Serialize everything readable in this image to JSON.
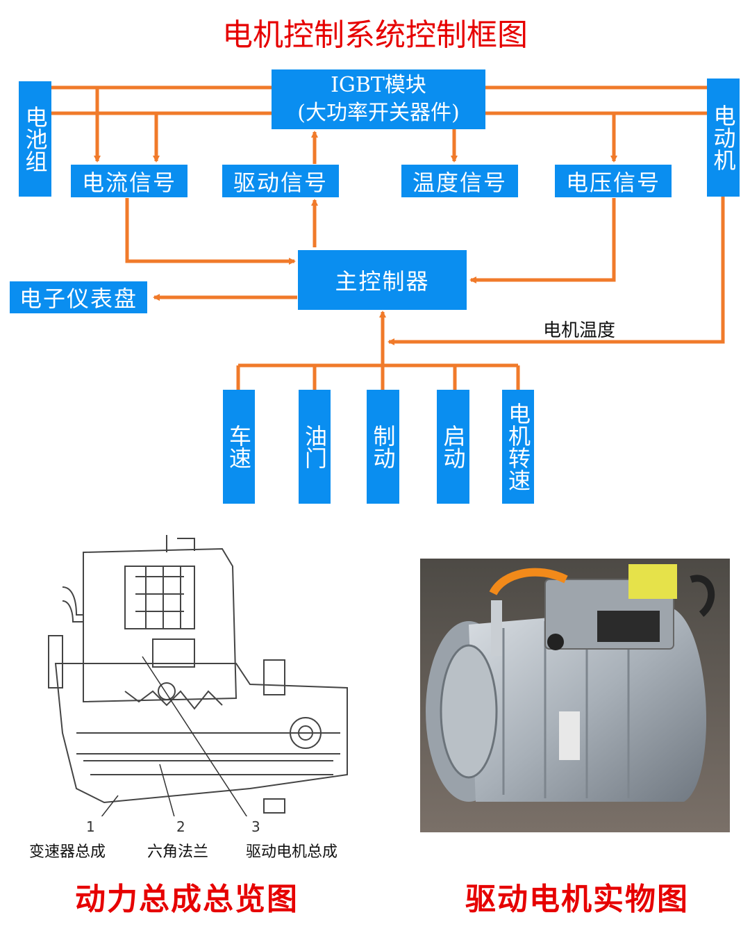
{
  "title": "电机控制系统控制框图",
  "boxes": {
    "battery": "电池组",
    "motor": "电动机",
    "igbt_line1": "IGBT模块",
    "igbt_line2": "(大功率开关器件)",
    "current_signal": "电流信号",
    "drive_signal": "驱动信号",
    "temp_signal": "温度信号",
    "voltage_signal": "电压信号",
    "main_controller": "主控制器",
    "dashboard": "电子仪表盘",
    "vehicle_speed": "车速",
    "throttle": "油门",
    "brake": "制动",
    "start": "启动",
    "motor_speed": "电机转速"
  },
  "motor_temp_label": "电机温度",
  "left_figure": {
    "callouts": [
      {
        "num": "1",
        "label": "变速器总成"
      },
      {
        "num": "2",
        "label": "六角法兰"
      },
      {
        "num": "3",
        "label": "驱动电机总成"
      }
    ],
    "caption": "动力总成总览图"
  },
  "right_figure": {
    "caption": "驱动电机实物图"
  },
  "colors": {
    "title": "#e60000",
    "box": "#0a8ef0",
    "wire": "#f07a2a"
  }
}
